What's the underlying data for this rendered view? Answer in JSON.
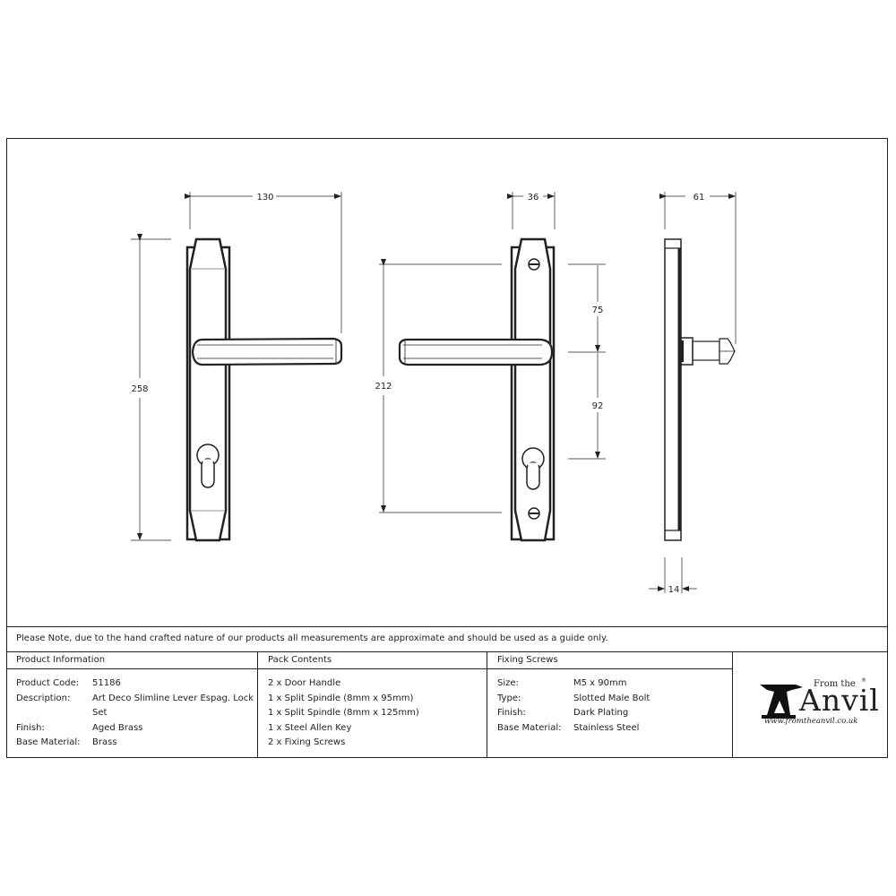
{
  "drawing": {
    "front_view": {
      "width_dim": "130",
      "height_dim": "258"
    },
    "back_view": {
      "width_dim": "36",
      "fixing_centres_dim": "212",
      "upper_dim": "75",
      "lower_dim": "92"
    },
    "side_view": {
      "projection_dim": "61",
      "plate_depth_dim": "14"
    }
  },
  "note": "Please Note, due to the hand crafted nature of our products all measurements are approximate and should be used as a guide only.",
  "product_information": {
    "header": "Product Information",
    "rows": [
      {
        "label": "Product Code:",
        "value": "51186"
      },
      {
        "label": "Description:",
        "value": "Art Deco Slimline Lever Espag. Lock"
      },
      {
        "label": "",
        "value": "Set"
      },
      {
        "label": "Finish:",
        "value": "Aged Brass"
      },
      {
        "label": "Base Material:",
        "value": "Brass"
      }
    ]
  },
  "pack_contents": {
    "header": "Pack Contents",
    "items": [
      "2 x Door Handle",
      "1 x Split Spindle (8mm x 95mm)",
      "1 x Split Spindle (8mm x 125mm)",
      "1 x Steel Allen Key",
      "2 x Fixing Screws"
    ]
  },
  "fixing_screws": {
    "header": "Fixing Screws",
    "rows": [
      {
        "label": "Size:",
        "value": "M5 x 90mm"
      },
      {
        "label": "Type:",
        "value": "Slotted Male Bolt"
      },
      {
        "label": "Finish:",
        "value": "Dark Plating"
      },
      {
        "label": "Base Material:",
        "value": "Stainless Steel"
      }
    ]
  },
  "brand": {
    "from_text": "From the",
    "name": "Anvil",
    "registered": "®",
    "url": "www.fromtheanvil.co.uk"
  }
}
